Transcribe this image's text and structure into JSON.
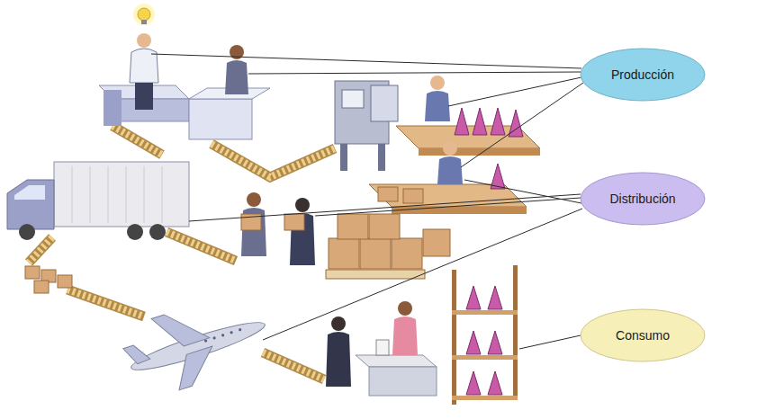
{
  "diagram": {
    "nodes": [
      {
        "text": [
          "Producción"
        ]
      },
      {
        "text": [
          "Distribución"
        ]
      },
      {
        "text": [
          "Consumo"
        ]
      }
    ]
  }
}
